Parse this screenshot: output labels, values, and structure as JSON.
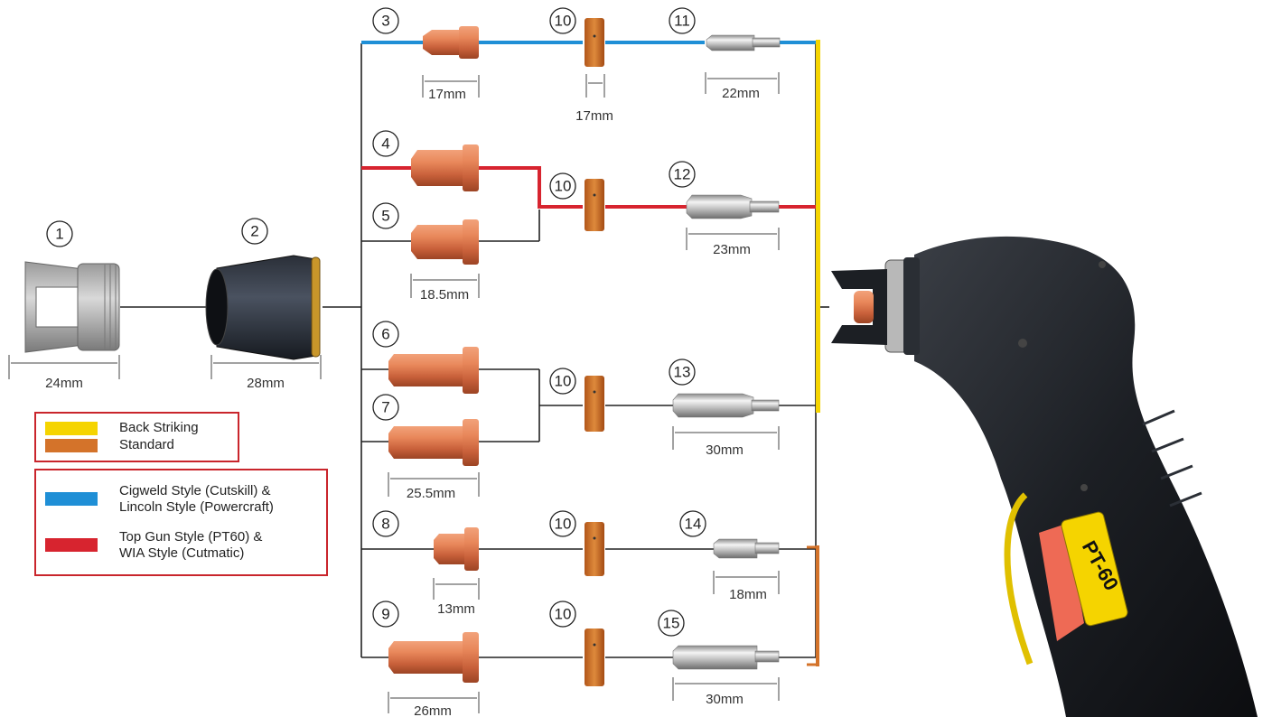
{
  "colors": {
    "back_striking": "#f5d400",
    "standard": "#d4732a",
    "cigweld_lincoln": "#1f8fd6",
    "topgun_wia": "#d7242f",
    "legend_border": "#c9252c"
  },
  "legend": {
    "group1": [
      {
        "label": "Back Striking",
        "color": "#f5d400"
      },
      {
        "label": "Standard",
        "color": "#d4732a"
      }
    ],
    "group2": [
      {
        "label": "Cigweld Style (Cutskill) &\nLincoln Style (Powercraft)",
        "color": "#1f8fd6"
      },
      {
        "label": "Top Gun Style (PT60) &\nWIA Style (Cutmatic)",
        "color": "#d7242f"
      }
    ]
  },
  "parts": {
    "p1": {
      "number": "1",
      "dimension": "24mm",
      "icon": "spacer-guide-icon"
    },
    "p2": {
      "number": "2",
      "dimension": "28mm",
      "icon": "shield-cup-icon"
    },
    "p3": {
      "number": "3",
      "dimension": "17mm",
      "icon": "tip-icon"
    },
    "p4": {
      "number": "4",
      "icon": "tip-icon"
    },
    "p5": {
      "number": "5",
      "dimension": "18.5mm",
      "icon": "tip-icon"
    },
    "p6": {
      "number": "6",
      "icon": "tip-icon"
    },
    "p7": {
      "number": "7",
      "dimension": "25.5mm",
      "icon": "tip-icon"
    },
    "p8": {
      "number": "8",
      "dimension": "13mm",
      "icon": "tip-icon"
    },
    "p9": {
      "number": "9",
      "dimension": "26mm",
      "icon": "tip-icon"
    },
    "p10a": {
      "number": "10",
      "dimension": "17mm",
      "icon": "swirl-ring-icon"
    },
    "p10b": {
      "number": "10",
      "icon": "swirl-ring-icon"
    },
    "p10c": {
      "number": "10",
      "icon": "swirl-ring-icon"
    },
    "p10d": {
      "number": "10",
      "icon": "swirl-ring-icon"
    },
    "p10e": {
      "number": "10",
      "icon": "swirl-ring-icon"
    },
    "p11": {
      "number": "11",
      "dimension": "22mm",
      "icon": "electrode-icon"
    },
    "p12": {
      "number": "12",
      "dimension": "23mm",
      "icon": "electrode-icon"
    },
    "p13": {
      "number": "13",
      "dimension": "30mm",
      "icon": "electrode-icon"
    },
    "p14": {
      "number": "14",
      "dimension": "18mm",
      "icon": "electrode-icon"
    },
    "p15": {
      "number": "15",
      "dimension": "30mm",
      "icon": "electrode-icon"
    }
  },
  "torch": {
    "label": "PT-60",
    "icon": "plasma-torch-icon"
  }
}
